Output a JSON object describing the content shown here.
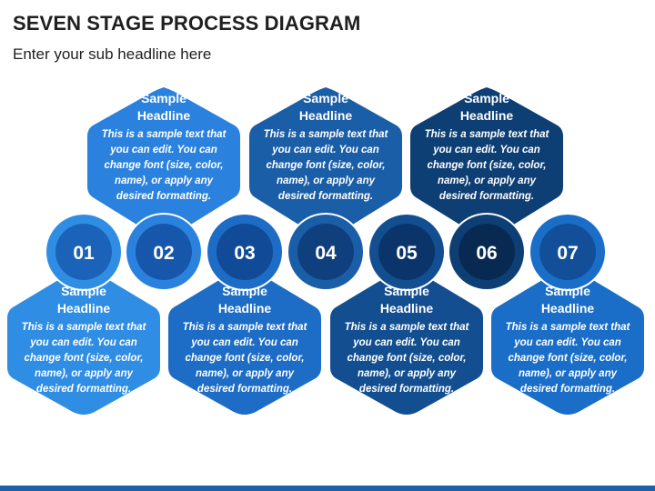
{
  "title": "SEVEN STAGE PROCESS DIAGRAM",
  "subtitle": "Enter your sub headline here",
  "stages": [
    {
      "number": "01",
      "headline": "Sample\nHeadline",
      "text": "This is a sample text that you can edit. You can change font (size, color, name), or apply any desired formatting.",
      "color": "#2f8de4",
      "dark": "#1b63b8",
      "position": "bottom"
    },
    {
      "number": "02",
      "headline": "Sample\nHeadline",
      "text": "This is a sample text that you can edit. You can change font (size, color, name), or apply any desired formatting.",
      "color": "#2a82de",
      "dark": "#1656ab",
      "position": "top"
    },
    {
      "number": "03",
      "headline": "Sample\nHeadline",
      "text": "This is a sample text that you can edit. You can change font (size, color, name), or apply any desired formatting.",
      "color": "#1d6cc6",
      "dark": "#114a96",
      "position": "bottom"
    },
    {
      "number": "04",
      "headline": "Sample\nHeadline",
      "text": "This is a sample text that you can edit. You can change font (size, color, name), or apply any desired formatting.",
      "color": "#1b5ea8",
      "dark": "#0f3f7c",
      "position": "top"
    },
    {
      "number": "05",
      "headline": "Sample\nHeadline",
      "text": "This is a sample text that you can edit. You can change font (size, color, name), or apply any desired formatting.",
      "color": "#134f90",
      "dark": "#0b356a",
      "position": "bottom"
    },
    {
      "number": "06",
      "headline": "Sample\nHeadline",
      "text": "This is a sample text that you can edit. You can change font (size, color, name), or apply any desired formatting.",
      "color": "#0e3f74",
      "dark": "#082a52",
      "position": "top"
    },
    {
      "number": "07",
      "headline": "Sample\nHeadline",
      "text": "This is a sample text that you can edit. You can change font (size, color, name), or apply any desired formatting.",
      "color": "#1a6ec8",
      "dark": "#124f98",
      "position": "bottom"
    }
  ]
}
